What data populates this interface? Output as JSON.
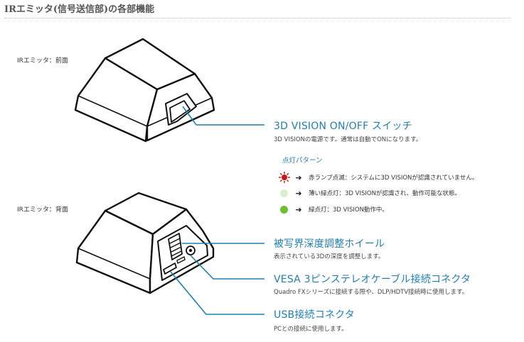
{
  "page": {
    "title": "IRエミッタ(信号送信部)の各部機能"
  },
  "front_view": {
    "label": "IRエミッタ：前面"
  },
  "back_view": {
    "label": "IRエミッタ：背面"
  },
  "features": [
    {
      "heading": "3D VISION ON/OFF スイッチ",
      "description": "3D VISIONの電源です。通常は自動でONになります。"
    },
    {
      "heading": "被写界深度調整ホイール",
      "description": "表示されている3Dの深度を調整します。"
    },
    {
      "heading": "VESA 3ピンステレオケーブル接続コネクタ",
      "description": "Quadro FXシリーズに接続する際や、DLP/HDTV接続時に使用します。"
    },
    {
      "heading": "USB接続コネクタ",
      "description": "PCとの接続に使用します。"
    }
  ],
  "led_patterns": {
    "title": "点灯パターン",
    "items": [
      {
        "icon": "red-blinking-led-icon",
        "color": "#cc1111",
        "text": "赤ランプ点滅：システムに3D VISIONが認識されていません。"
      },
      {
        "icon": "light-green-led-icon",
        "color": "#d9efcc",
        "text": "薄い緑点灯：3D VISIONが認識され、動作可能な状態。"
      },
      {
        "icon": "green-led-icon",
        "color": "#6fbe2e",
        "text": "緑点灯：3D VISION動作中。"
      }
    ]
  },
  "colors": {
    "accent": "#1f7fb0"
  }
}
